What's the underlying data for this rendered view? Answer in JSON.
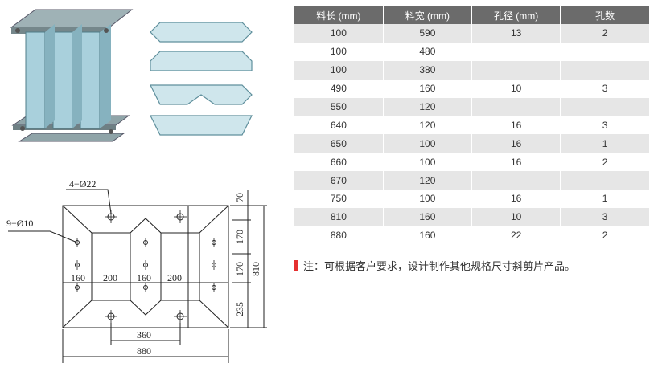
{
  "table": {
    "headers": [
      "料长 (mm)",
      "料宽 (mm)",
      "孔径 (mm)",
      "孔数"
    ],
    "rows": [
      [
        "100",
        "590",
        "13",
        "2"
      ],
      [
        "100",
        "480",
        "",
        ""
      ],
      [
        "100",
        "380",
        "",
        ""
      ],
      [
        "490",
        "160",
        "10",
        "3"
      ],
      [
        "550",
        "120",
        "",
        ""
      ],
      [
        "640",
        "120",
        "16",
        "3"
      ],
      [
        "650",
        "100",
        "16",
        "1"
      ],
      [
        "660",
        "100",
        "16",
        "2"
      ],
      [
        "670",
        "120",
        "",
        ""
      ],
      [
        "750",
        "100",
        "16",
        "1"
      ],
      [
        "810",
        "160",
        "10",
        "3"
      ],
      [
        "880",
        "160",
        "22",
        "2"
      ]
    ]
  },
  "note": {
    "text": "注：可根据客户要求，设计制作其他规格尺寸斜剪片产品。",
    "accent_color": "#e53030"
  },
  "colors": {
    "header_bg": "#6b6b6b",
    "stripe": "#e6e6e6",
    "sheet_fill": "#cfe6ec",
    "sheet_edge": "#5f8f9c"
  },
  "drawing": {
    "label_holes_large": "4−Ø22",
    "label_holes_small": "9−Ø10",
    "dim_160_left": "160",
    "dim_200_left": "200",
    "dim_160_mid": "160",
    "dim_200_right": "200",
    "dim_360": "360",
    "dim_880": "880",
    "dim_70": "70",
    "dim_170_top": "170",
    "dim_170_bottom": "170",
    "dim_235": "235",
    "dim_810": "810"
  }
}
